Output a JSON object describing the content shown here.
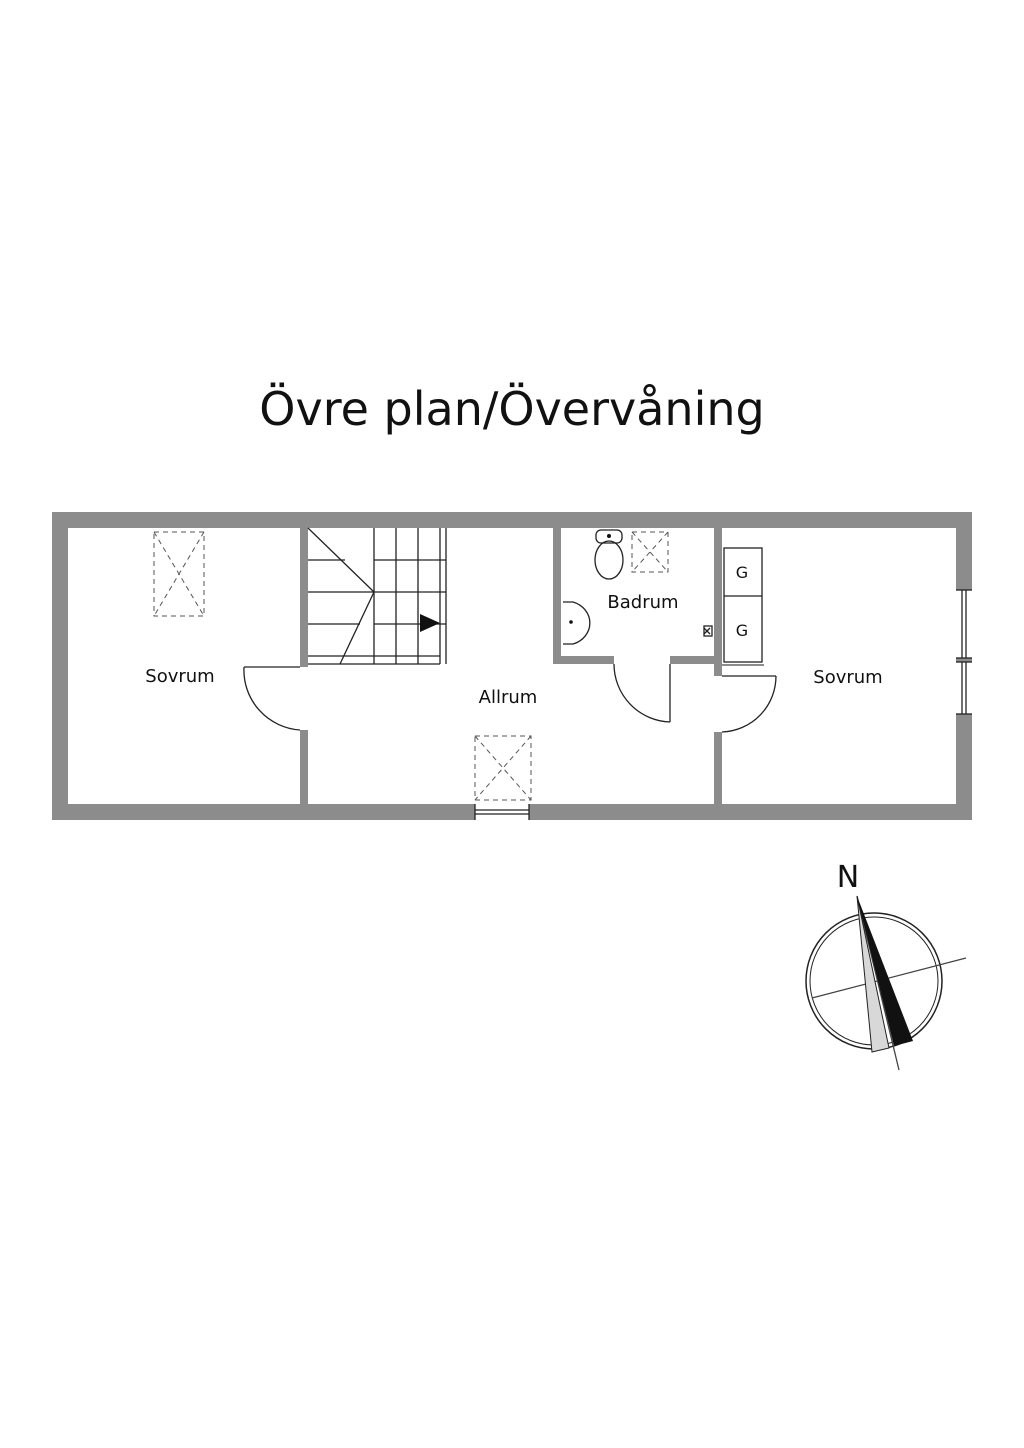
{
  "title": "Övre plan/Övervåning",
  "rooms": {
    "bedroom_left": "Sovrum",
    "living": "Allrum",
    "bathroom": "Badrum",
    "bedroom_right": "Sovrum"
  },
  "closet_labels": [
    "G",
    "G"
  ],
  "compass": {
    "north_label": "N"
  },
  "colors": {
    "wall": "#8c8c8c",
    "ink": "#111111"
  }
}
